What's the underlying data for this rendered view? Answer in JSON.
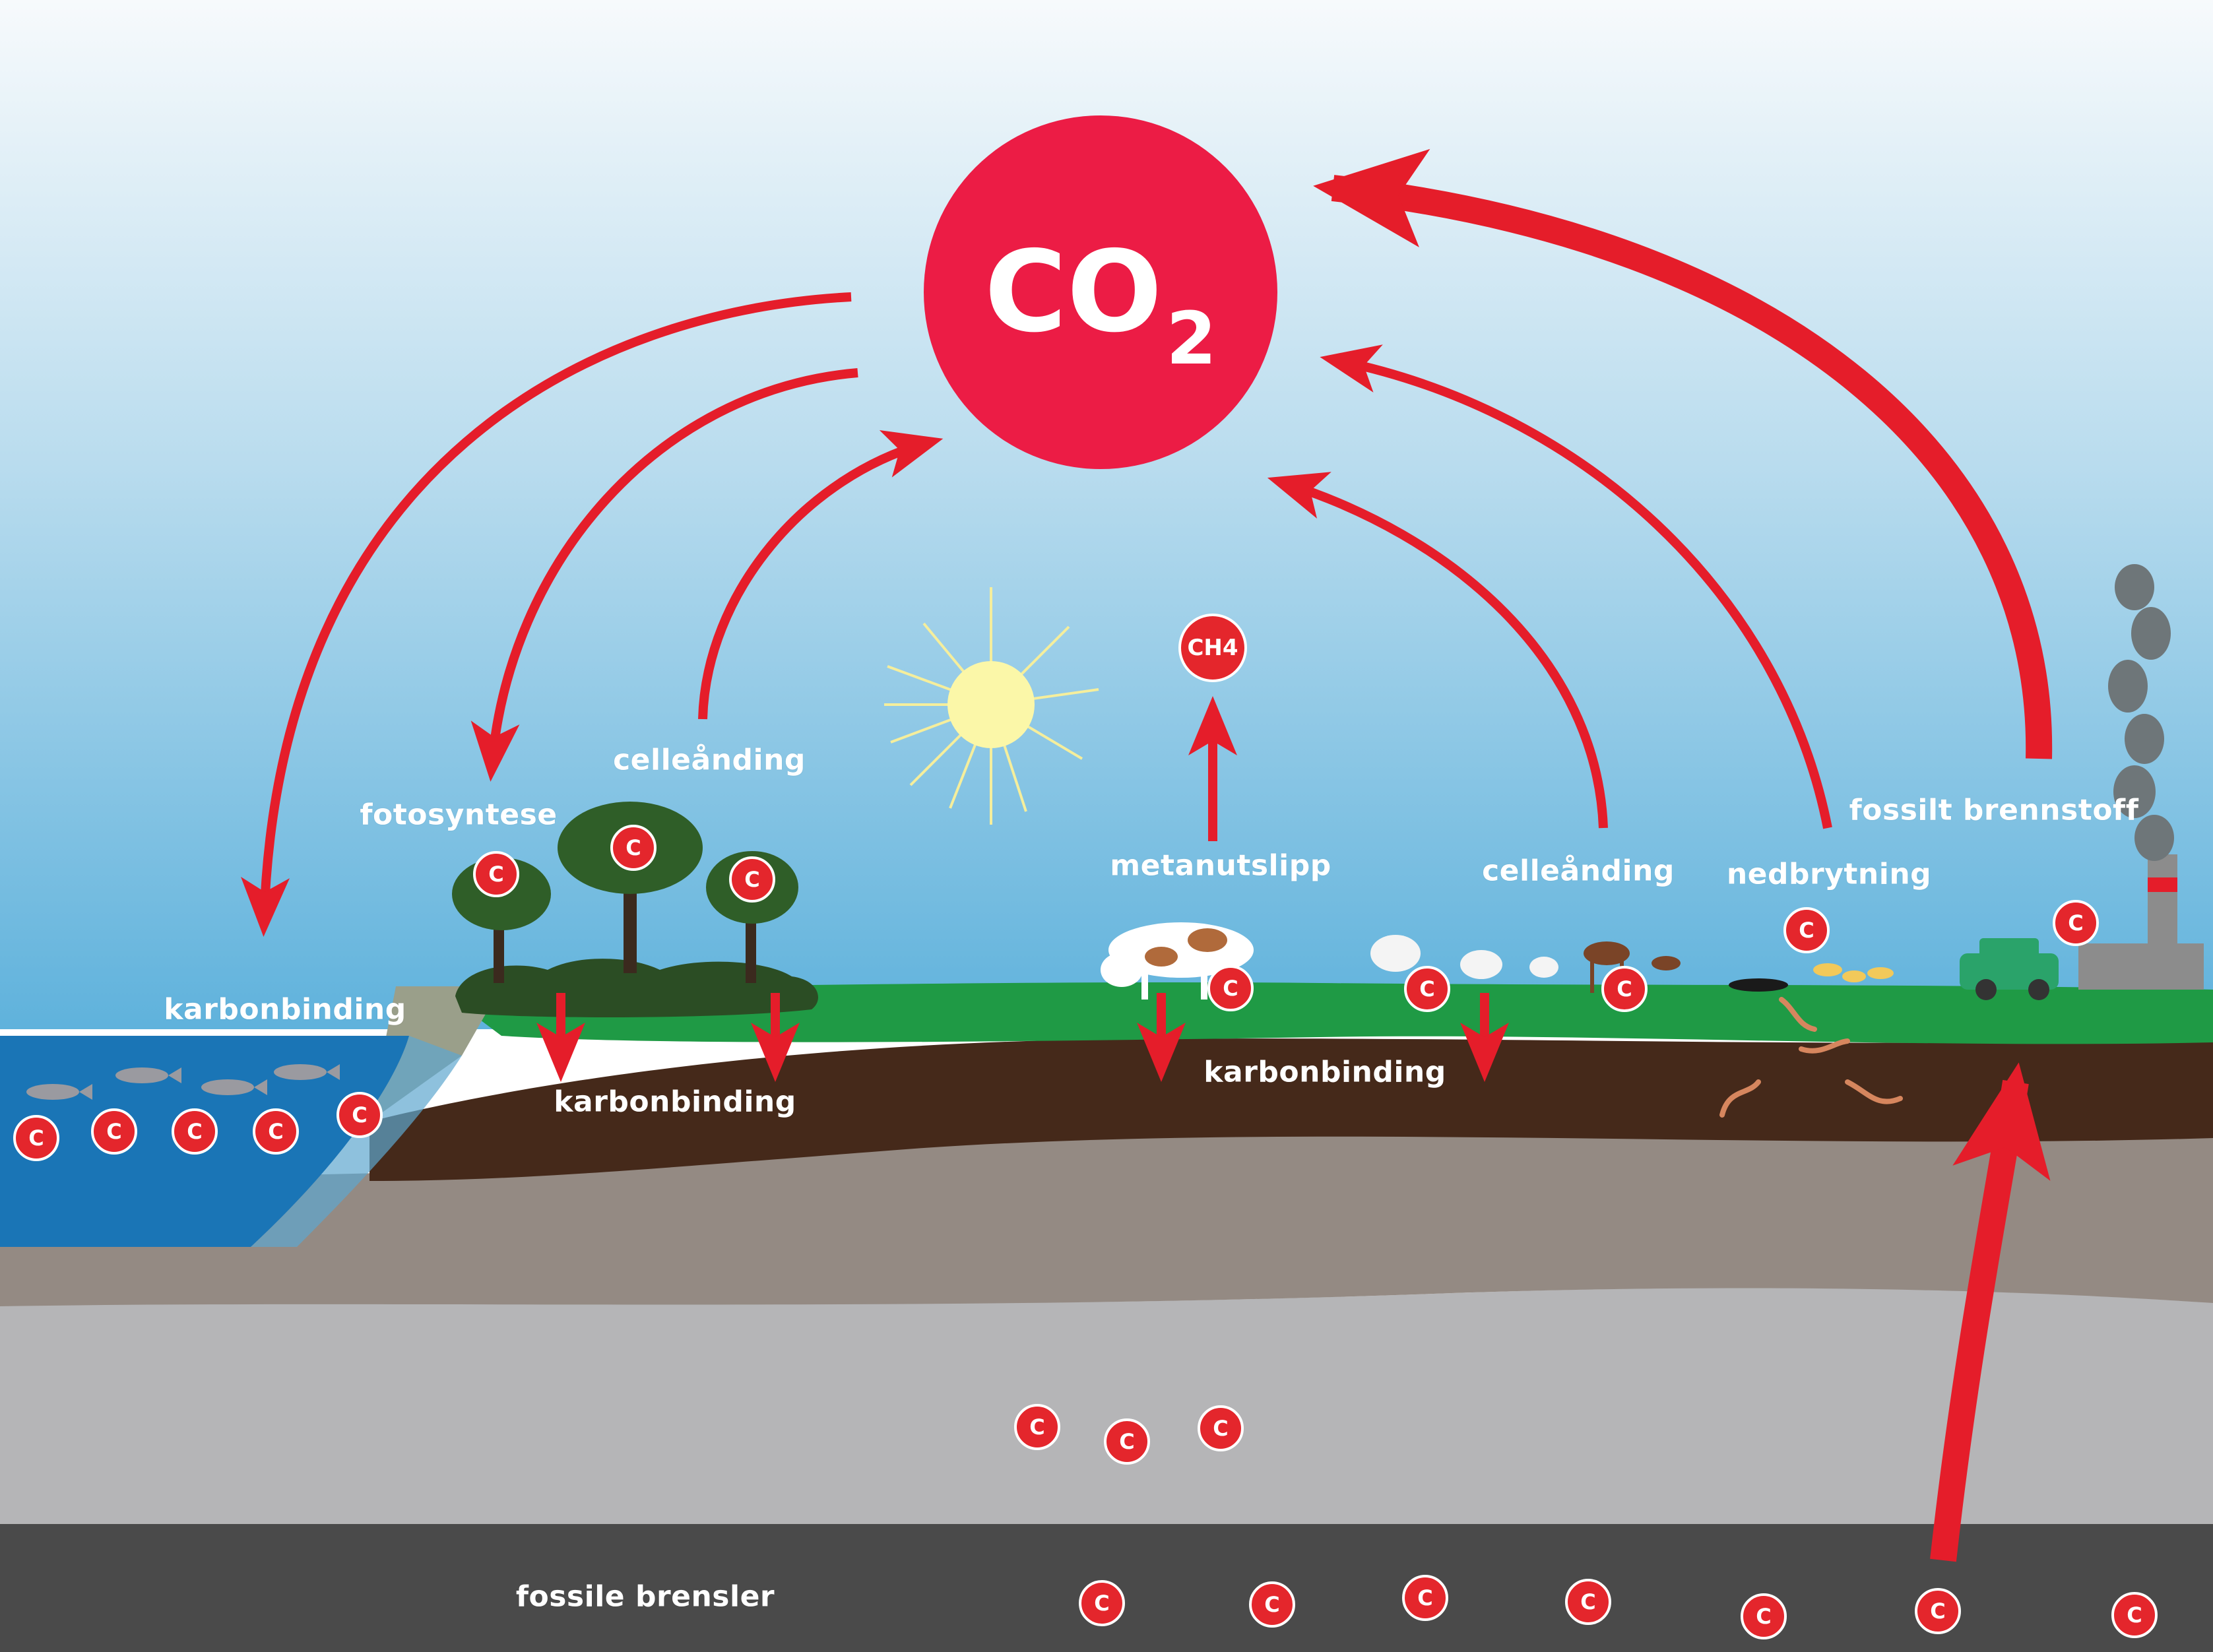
{
  "co2": {
    "main": "CO",
    "sub": "2"
  },
  "ch4": "CH4",
  "carbon_symbol": "C",
  "labels": {
    "fotosyntese": "fotosyntese",
    "celleanding_left": "celleånding",
    "metanutslipp": "metanutslipp",
    "celleanding_right": "celleånding",
    "nedbrytning": "nedbrytning",
    "fossilt_brennstoff": "fossilt brennstoff",
    "karbonbinding_ocean": "karbonbinding",
    "karbonbinding_forest": "karbonbinding",
    "karbonbinding_field": "karbonbinding",
    "fossile_brensler": "fossile brensler"
  },
  "colors": {
    "arrow": "#e51d2a",
    "co2": "#ec1c45",
    "grass": "#1f9a45",
    "soil": "#45291a",
    "rock": "#948a83",
    "bedrock": "#b5b5b7",
    "fossil": "#4a4a4a",
    "ocean": "#1a75b6"
  }
}
